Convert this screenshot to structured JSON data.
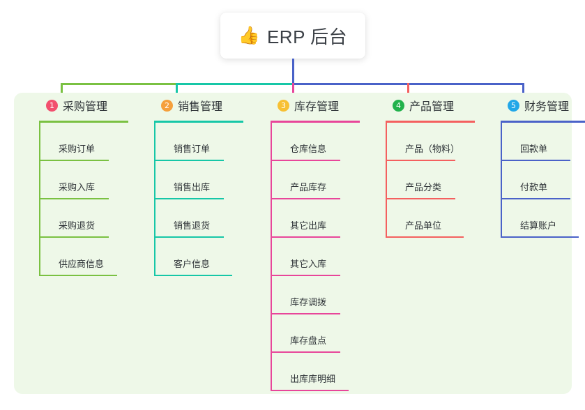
{
  "root": {
    "icon": "thumbs-up-icon",
    "icon_glyph": "👍",
    "title": "ERP 后台"
  },
  "panel": {
    "background": "#eef8e8"
  },
  "columns": [
    {
      "number": "1",
      "title": "采购管理",
      "badge_color": "#f2506e",
      "line_color": "#7ac142",
      "items": [
        {
          "label": "采购订单"
        },
        {
          "label": "采购入库"
        },
        {
          "label": "采购退货"
        },
        {
          "label": "供应商信息"
        }
      ]
    },
    {
      "number": "2",
      "title": "销售管理",
      "badge_color": "#f5a03c",
      "line_color": "#16c7a7",
      "items": [
        {
          "label": "销售订单"
        },
        {
          "label": "销售出库"
        },
        {
          "label": "销售退货"
        },
        {
          "label": "客户信息"
        }
      ]
    },
    {
      "number": "3",
      "title": "库存管理",
      "badge_color": "#f7c033",
      "line_color": "#e8469a",
      "items": [
        {
          "label": "仓库信息"
        },
        {
          "label": "产品库存"
        },
        {
          "label": "其它出库"
        },
        {
          "label": "其它入库"
        },
        {
          "label": "库存调拨"
        },
        {
          "label": "库存盘点"
        },
        {
          "label": "出库库明细"
        }
      ]
    },
    {
      "number": "4",
      "title": "产品管理",
      "badge_color": "#22b24c",
      "line_color": "#f4605f",
      "items": [
        {
          "label": "产品（物料）"
        },
        {
          "label": "产品分类"
        },
        {
          "label": "产品单位"
        }
      ]
    },
    {
      "number": "5",
      "title": "财务管理",
      "badge_color": "#22a7e8",
      "line_color": "#4a62c8",
      "items": [
        {
          "label": "回款单"
        },
        {
          "label": "付款单"
        },
        {
          "label": "结算账户"
        }
      ]
    }
  ],
  "connectors": {
    "stem_color": "#4a62c8",
    "segments": [
      {
        "color": "#7ac142"
      },
      {
        "color": "#16c7a7"
      },
      {
        "color": "#4a62c8"
      }
    ]
  }
}
